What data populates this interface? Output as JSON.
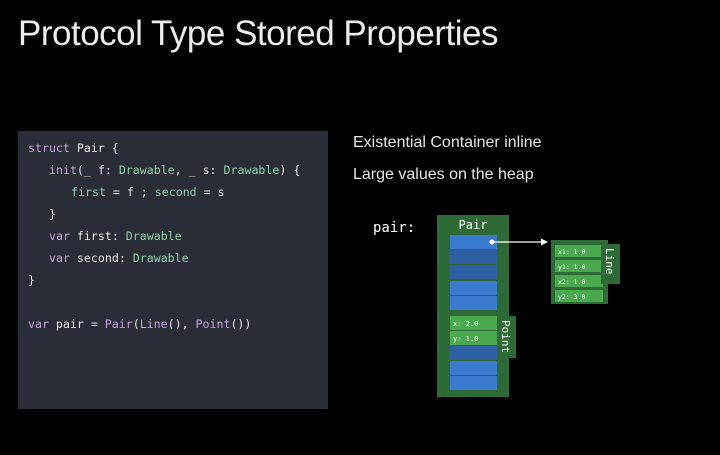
{
  "title": "Protocol Type Stored Properties",
  "code": {
    "line1": {
      "kw": "struct",
      "rest": " Pair {"
    },
    "line2": {
      "fn": "init",
      "a": "(_ f: ",
      "t1": "Drawable",
      "b": ", _ s: ",
      "t2": "Drawable",
      "c": ") {"
    },
    "line3": {
      "p1": "first",
      "eq1": " = f ; ",
      "p2": "second",
      "eq2": " = s"
    },
    "line4": "}",
    "line5": {
      "kw": "var",
      "name": " first: ",
      "type": "Drawable"
    },
    "line6": {
      "kw": "var",
      "name": " second: ",
      "type": "Drawable"
    },
    "line7": "}",
    "line8": {
      "kw": "var",
      "mid": " pair = ",
      "ctor": "Pair",
      "o": "(",
      "a1": "Line",
      "m": "(), ",
      "a2": "Point",
      "e": "())"
    }
  },
  "bullets": [
    "Existential Container inline",
    "Large values on the heap"
  ],
  "diagram": {
    "pair_var_label": "pair:",
    "container_label": "Pair",
    "point_label": "Point",
    "line_label": "Line",
    "point_fields": [
      "x: 2.0",
      "y: 1.0"
    ],
    "line_fields": [
      "x1: 1.0",
      "y1: 1.0",
      "x2: 1.0",
      "y2: 3.0"
    ],
    "colors": {
      "container_green": "#2d6a35",
      "cell_blue": "#3a7bd0",
      "cell_dark_blue": "#2e5fa3",
      "field_green": "#4aa84f",
      "heap_green": "#3f8f44"
    }
  }
}
